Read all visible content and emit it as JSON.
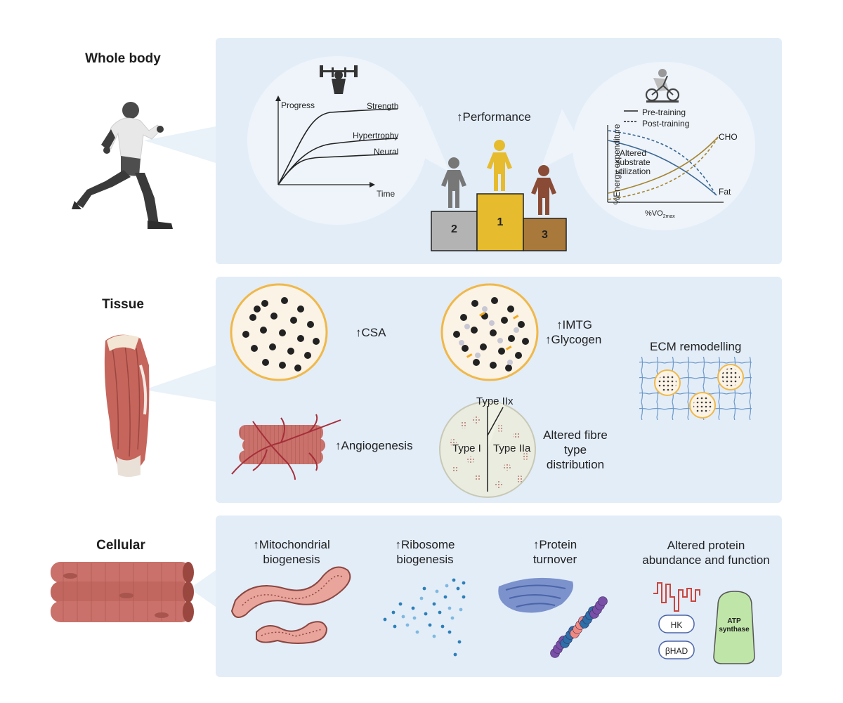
{
  "levels": {
    "whole_body": "Whole body",
    "tissue": "Tissue",
    "cellular": "Cellular"
  },
  "whole_body": {
    "performance": "↑Performance",
    "progress_chart": {
      "y_label": "Progress",
      "x_label": "Time",
      "series": [
        "Strength",
        "Hypertrophy",
        "Neural"
      ]
    },
    "energy_chart": {
      "legend_pre": "Pre-training",
      "legend_post": "Post-training",
      "y_label": "%Energy expenditure",
      "x_label": "%VO2max",
      "x_label_main": "%VO",
      "x_label_sub": "2max",
      "series": [
        "CHO",
        "Fat"
      ],
      "annotation_lines": [
        "Altered",
        "substrate",
        "utilization"
      ]
    },
    "podium": {
      "first": "1",
      "second": "2",
      "third": "3"
    }
  },
  "tissue": {
    "csa": "↑CSA",
    "imtg": "↑IMTG",
    "glycogen": "↑Glycogen",
    "ecm": "ECM remodelling",
    "angiogenesis": "↑Angiogenesis",
    "fibre_type_lines": [
      "Altered fibre",
      "type",
      "distribution"
    ],
    "type_i": "Type I",
    "type_iia": "Type IIa",
    "type_iix": "Type IIx"
  },
  "cellular": {
    "mito_lines": [
      "↑Mitochondrial",
      "biogenesis"
    ],
    "ribo_lines": [
      "↑Ribosome",
      "biogenesis"
    ],
    "protein_lines": [
      "↑Protein",
      "turnover"
    ],
    "altered_lines": [
      "Altered protein",
      "abundance and function"
    ],
    "hk": "HK",
    "bhad": "βHAD",
    "atp_lines": [
      "ATP",
      "synthase"
    ]
  },
  "colors": {
    "panel_bg": "#e3edf8",
    "gold": "#e6bc2e",
    "silver": "#b3b3b3",
    "bronze": "#a9793b",
    "muscle": "#c96f66",
    "fat_line": "#3d6894",
    "cho_line": "#a58532",
    "cell_ring": "#f0b84a"
  }
}
